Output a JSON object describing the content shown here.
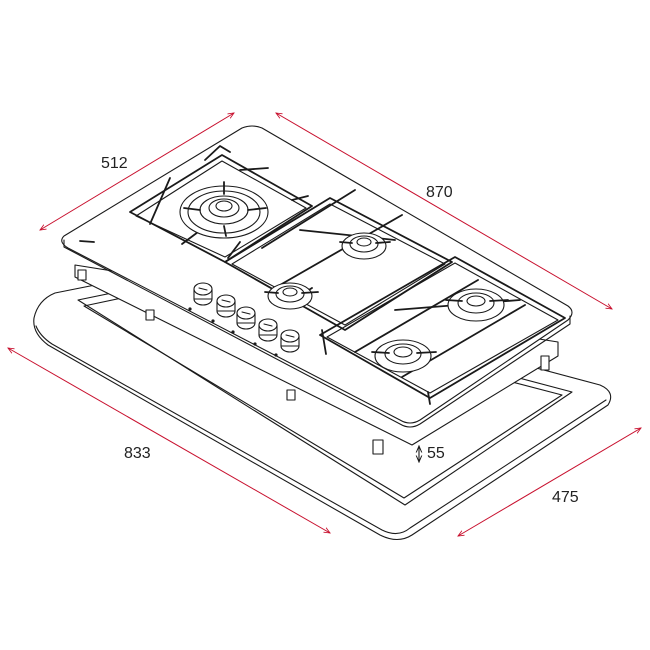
{
  "dimensions": {
    "depth": "512",
    "width": "870",
    "cutout_width": "833",
    "cutout_depth": "475",
    "height": "55"
  },
  "colors": {
    "dimension_line": "#c8102e",
    "outline": "#1a1a1a",
    "label": "#222222"
  }
}
